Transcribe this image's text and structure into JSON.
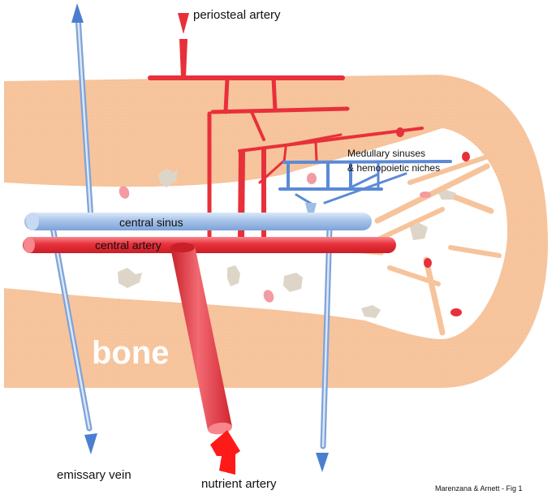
{
  "labels": {
    "periosteal": "periosteal artery",
    "medullary_line1": "Medullary sinuses",
    "medullary_line2": "& hemopoietic niches",
    "central_sinus": "central sinus",
    "central_artery": "central artery",
    "bone": "bone",
    "emissary_vein": "emissary vein",
    "nutrient_artery": "nutrient artery",
    "credit": "Marenzana & Arnett - Fig 1"
  },
  "colors": {
    "bone": "#f6c39b",
    "marrow": "#ffffff",
    "artery": "#e8303a",
    "artery_dark": "#c81f28",
    "vein": "#9fbde6",
    "vein_line": "#5b8ad6",
    "arrow_blue": "#4a7fd0",
    "fat_cell": "#ddd6c8",
    "red_cell": "#f39aa2"
  }
}
